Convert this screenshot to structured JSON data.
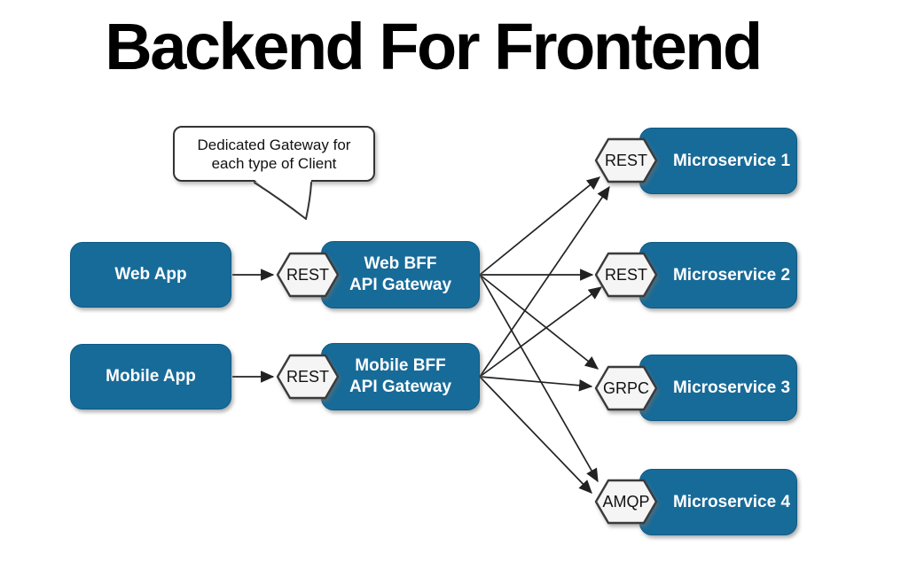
{
  "title": "Backend For Frontend",
  "callout": {
    "line1": "Dedicated Gateway for",
    "line2": "each type of Client"
  },
  "colors": {
    "node_fill": "#176b99",
    "node_border": "#0d5a85",
    "node_text": "#ffffff",
    "badge_fill": "#f5f5f5",
    "badge_border": "#3b3b3b",
    "arrow": "#222222",
    "title_text": "#000000",
    "background": "#ffffff"
  },
  "clients": [
    {
      "label": "Web App"
    },
    {
      "label": "Mobile App"
    }
  ],
  "gateways": [
    {
      "protocol": "REST",
      "line1": "Web BFF",
      "line2": "API Gateway"
    },
    {
      "protocol": "REST",
      "line1": "Mobile BFF",
      "line2": "API Gateway"
    }
  ],
  "microservices": [
    {
      "protocol": "REST",
      "label": "Microservice 1"
    },
    {
      "protocol": "REST",
      "label": "Microservice 2"
    },
    {
      "protocol": "GRPC",
      "label": "Microservice 3"
    },
    {
      "protocol": "AMQP",
      "label": "Microservice 4"
    }
  ],
  "connections": [
    "Web App -> Web BFF API Gateway (REST)",
    "Mobile App -> Mobile BFF API Gateway (REST)",
    "Web BFF API Gateway -> Microservice 1,2,3,4",
    "Mobile BFF API Gateway -> Microservice 1,2,3,4"
  ]
}
